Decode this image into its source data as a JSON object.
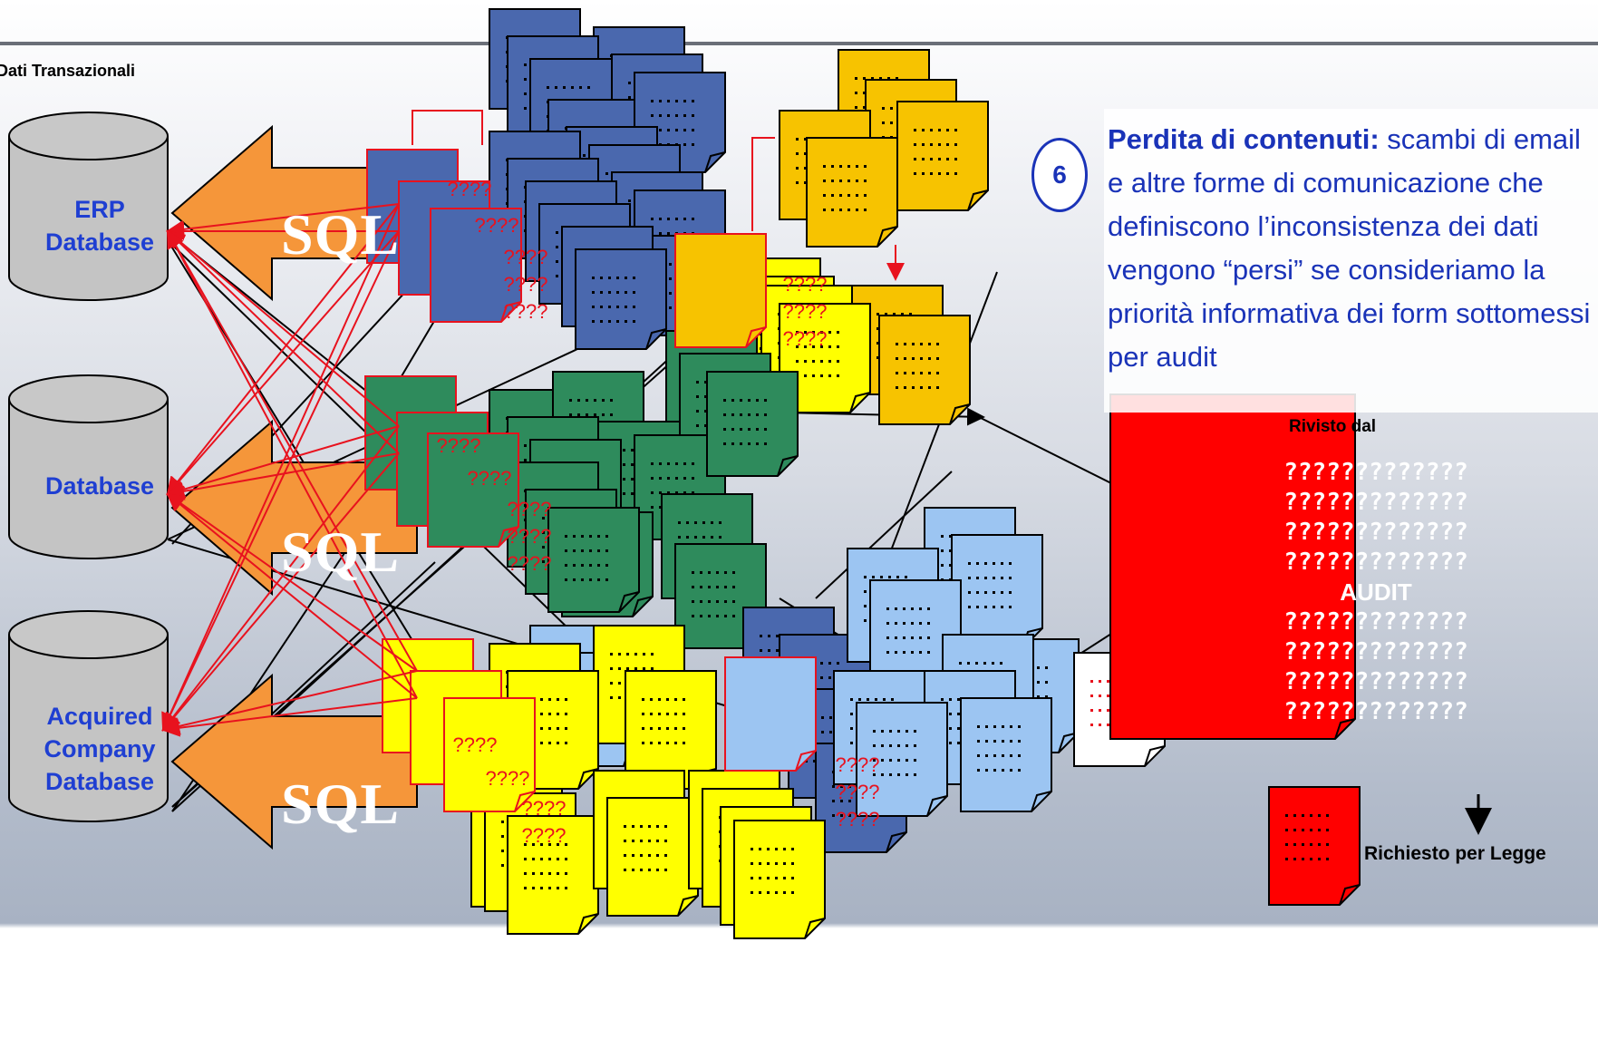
{
  "section_title": "Dati Transazionali",
  "databases": [
    {
      "label": "ERP\nDatabase"
    },
    {
      "label": "Database"
    },
    {
      "label": "Acquired\nCompany\nDatabase"
    }
  ],
  "sql_label": "SQL",
  "question_mark_text": "????",
  "badge_number": "6",
  "note": {
    "bold": "Perdita di contenuti:",
    "rest": " scambi di email e altre forme di comunicazione che definiscono l’inconsistenza dei dati vengono “persi” se consideriamo la priorità informativa dei form sottomessi per audit"
  },
  "reviewed_label": "Rivisto dal",
  "audit": {
    "lines": [
      "?????????????",
      "?????????????",
      "?????????????",
      "?????????????",
      "AUDIT",
      "?????????????",
      "?????????????",
      "?????????????",
      "?????????????"
    ]
  },
  "required_label": "Richiesto per Legge",
  "colors": {
    "blue_doc": "#4a68ae",
    "green_doc": "#2e8b5c",
    "yellow_doc": "#ffff00",
    "gold_doc": "#f7c300",
    "lightblue_doc": "#9cc5f2",
    "red_doc": "#ff0000",
    "arrow_orange": "#f5963a",
    "db_gray": "#c4c4c4",
    "link_red": "#e8121e",
    "text_blue": "#1a33b8"
  }
}
